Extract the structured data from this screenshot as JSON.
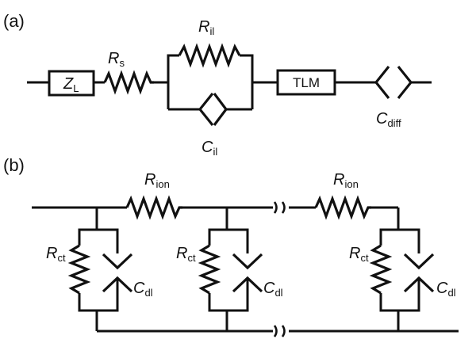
{
  "panels": {
    "a": "(a)",
    "b": "(b)"
  },
  "a": {
    "zl": {
      "main": "Z",
      "sub": "L"
    },
    "rs": {
      "main": "R",
      "sub": "s"
    },
    "ril": {
      "main": "R",
      "sub": "il"
    },
    "cil": {
      "main": "C",
      "sub": "il"
    },
    "tlm": "TLM",
    "cdiff": {
      "main": "C",
      "sub": "diff"
    }
  },
  "b": {
    "rion1": {
      "main": "R",
      "sub": "ion"
    },
    "rion2": {
      "main": "R",
      "sub": "ion"
    },
    "rct": {
      "main": "R",
      "sub": "ct"
    },
    "cdl": {
      "main": "C",
      "sub": "dl"
    }
  }
}
